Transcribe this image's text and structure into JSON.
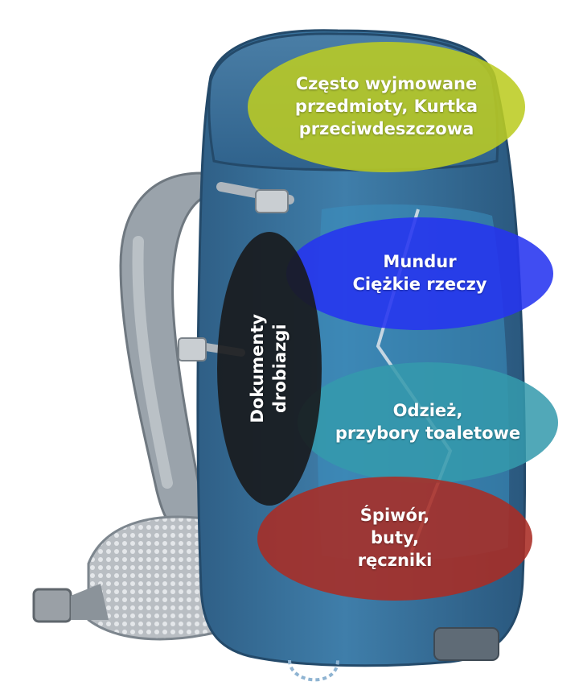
{
  "zones": {
    "top": {
      "lines": [
        "Często wyjmowane",
        "przedmioty, Kurtka",
        "przeciwdeszczowa"
      ],
      "color": "#BCCC22"
    },
    "middle": {
      "lines": [
        "Mundur",
        "Ciężkie rzeczy"
      ],
      "color": "#2634F0"
    },
    "lower": {
      "lines": [
        "Odzież,",
        "przybory toaletowe"
      ],
      "color": "#349AAC"
    },
    "bottom": {
      "lines": [
        "Śpiwór,",
        "buty,",
        "ręczniki"
      ],
      "color": "#AA2C24"
    },
    "side": {
      "lines": [
        "Dokumenty",
        "drobiazgi"
      ],
      "color": "#181A1C"
    }
  }
}
